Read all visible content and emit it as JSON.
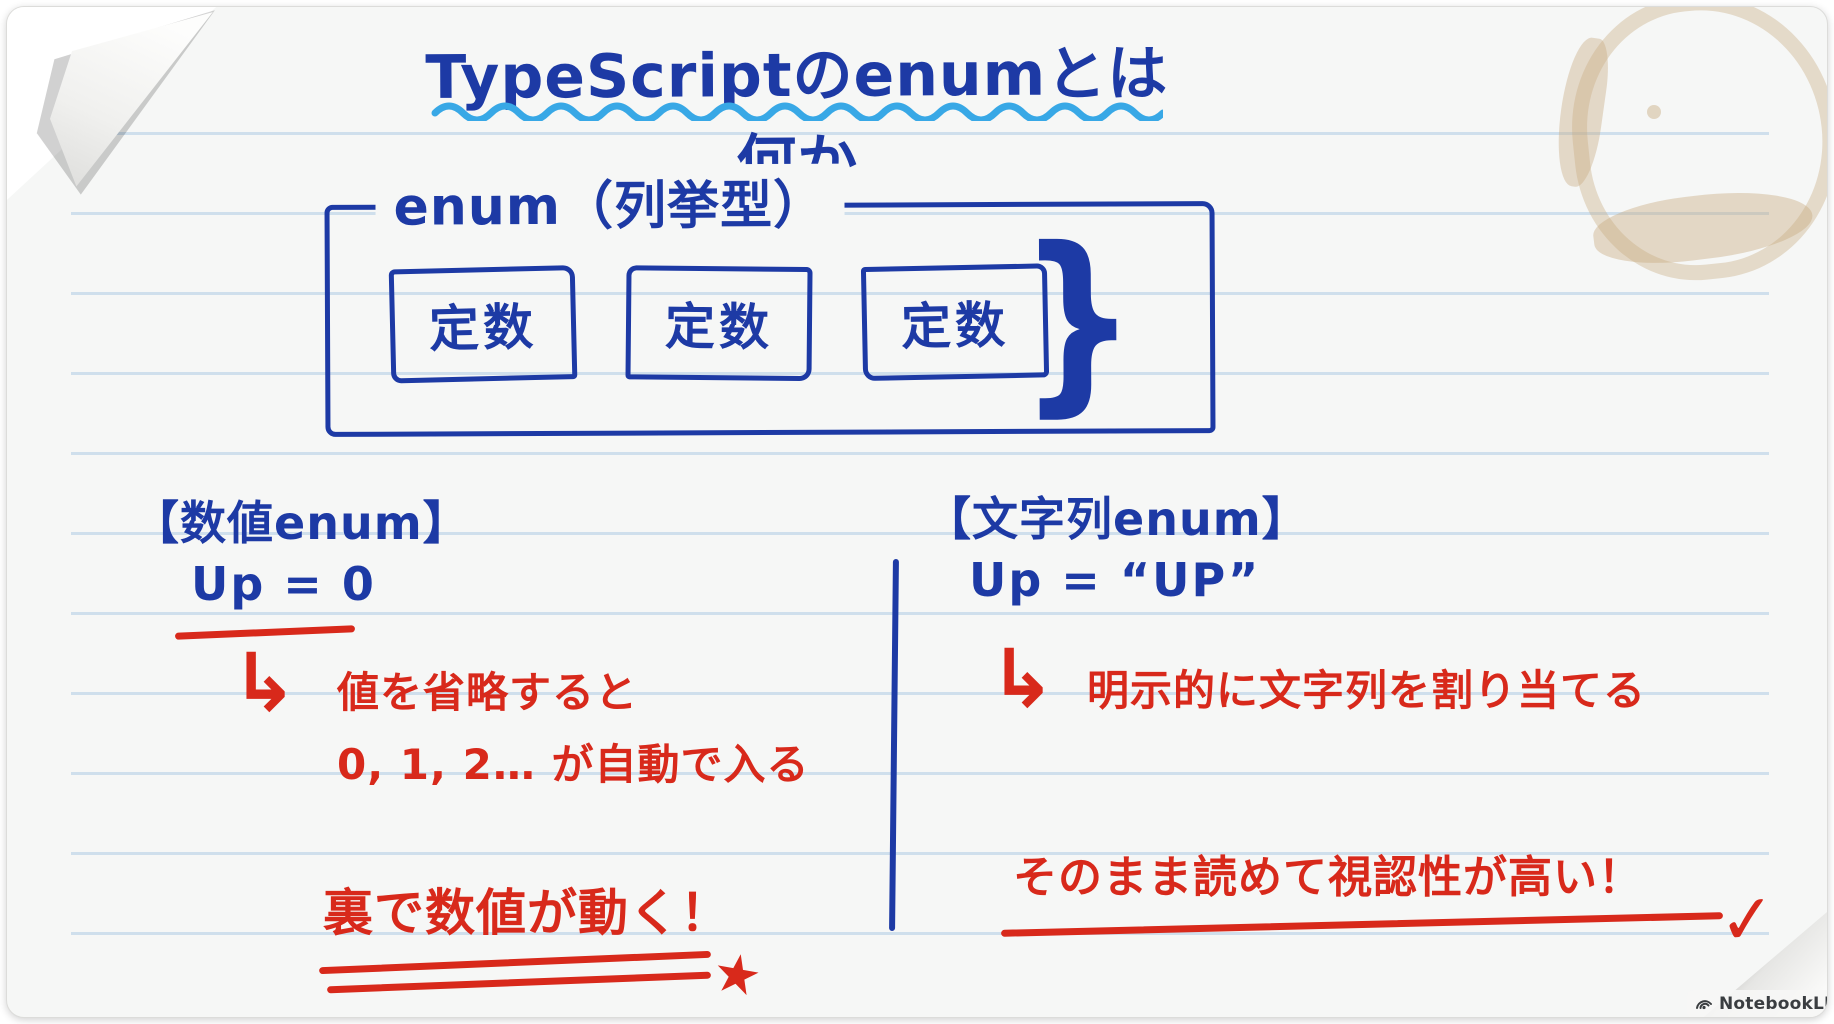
{
  "title": {
    "text": "TypeScriptのenumとは何か"
  },
  "diagram": {
    "box_label": "enum（列挙型）",
    "constants": [
      "定数",
      "定数",
      "定数"
    ],
    "brace": "}"
  },
  "numeric_enum": {
    "heading": "【数値enum】",
    "example": "Up = 0",
    "arrow": "↳",
    "note_line1": "値を省略すると",
    "note_line2": "0, 1, 2… が自動で入る",
    "emphasis": "裏で数値が動く！",
    "star": "★"
  },
  "string_enum": {
    "heading": "【文字列enum】",
    "example": "Up = “UP”",
    "arrow": "↳",
    "note_line1": "明示的に文字列を割り当てる",
    "emphasis": "そのまま読めて視認性が高い！",
    "check": "✓"
  },
  "meta": {
    "watermark": "NotebookLM"
  },
  "colors": {
    "ink_blue": "#1d3aa5",
    "ink_red": "#d8291b",
    "wave_blue": "#38a8e6",
    "rule_line": "#cfdfec",
    "paper": "#f6f7f6",
    "stain": "#c7ab81"
  }
}
